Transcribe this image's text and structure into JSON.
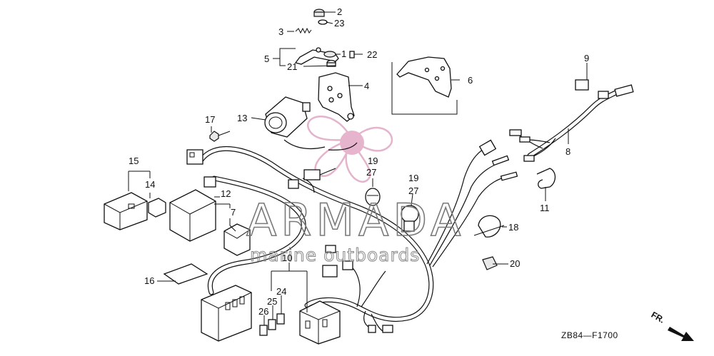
{
  "diagram": {
    "code": "ZB84—F1700",
    "direction_label": "FR.",
    "watermark": {
      "brand": "ARMADA",
      "tagline": "marine outboards",
      "brand_color": "#e0a6c4"
    },
    "callouts": {
      "c1": "1",
      "c2": "2",
      "c3": "3",
      "c4": "4",
      "c5": "5",
      "c6": "6",
      "c7": "7",
      "c8": "8",
      "c9": "9",
      "c10": "10",
      "c11": "11",
      "c12": "12",
      "c13": "13",
      "c14": "14",
      "c15": "15",
      "c16": "16",
      "c17": "17",
      "c18": "18",
      "c19a": "19",
      "c19b": "19",
      "c20": "20",
      "c21": "21",
      "c22": "22",
      "c23": "23",
      "c24": "24",
      "c25": "25",
      "c26": "26",
      "c27a": "27",
      "c27b": "27"
    }
  }
}
